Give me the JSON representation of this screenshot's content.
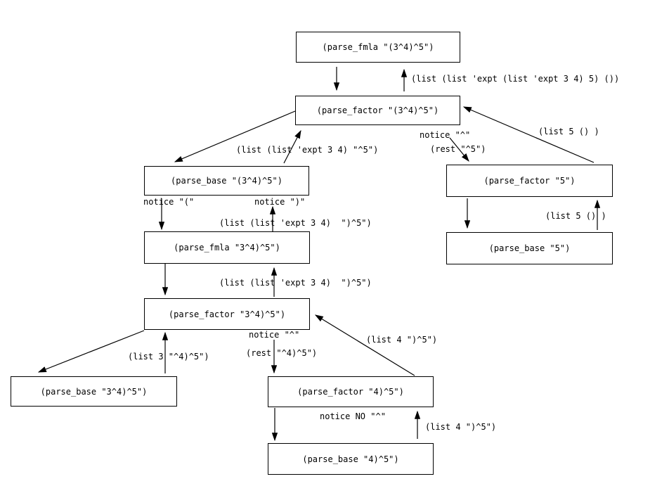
{
  "diagram": {
    "background_color": "#ffffff",
    "line_color": "#000000",
    "nodes": [
      {
        "id": "parse-fmla-whole",
        "label": "(parse_fmla \"(3^4)^5\")"
      },
      {
        "id": "parse-factor-whole",
        "label": "(parse_factor \"(3^4)^5\")"
      },
      {
        "id": "parse-base-whole",
        "label": "(parse_base \"(3^4)^5\")"
      },
      {
        "id": "parse-factor-5",
        "label": "(parse_factor \"5\")"
      },
      {
        "id": "parse-fmla-rest",
        "label": "(parse_fmla \"3^4)^5\")"
      },
      {
        "id": "parse-base-5",
        "label": "(parse_base \"5\")"
      },
      {
        "id": "parse-factor-rest",
        "label": "(parse_factor \"3^4)^5\")"
      },
      {
        "id": "parse-base-rest",
        "label": "(parse_base \"3^4)^5\")"
      },
      {
        "id": "parse-factor-4",
        "label": "(parse_factor \"4)^5\")"
      },
      {
        "id": "parse-base-4",
        "label": "(parse_base \"4)^5\")"
      }
    ],
    "labels": [
      {
        "text": "(list (list 'expt (list 'expt 3 4) 5) ())"
      },
      {
        "text": "(list (list 'expt 3 4) \"^5\")"
      },
      {
        "text": "notice \"^\""
      },
      {
        "text": "(rest \"^5\")"
      },
      {
        "text": "(list 5 () )"
      },
      {
        "text": "notice \"(\""
      },
      {
        "text": "notice \")\""
      },
      {
        "text": "(list (list 'expt 3 4)  \")^5\")"
      },
      {
        "text": "(list 5 () )"
      },
      {
        "text": "(list (list 'expt 3 4)  \")^5\")"
      },
      {
        "text": "notice \"^\""
      },
      {
        "text": "(rest \"^4)^5\")"
      },
      {
        "text": "(list 3 \"^4)^5\")"
      },
      {
        "text": "(list 4 \")^5\")"
      },
      {
        "text": "notice NO \"^\""
      },
      {
        "text": "(list 4 \")^5\")"
      }
    ]
  }
}
